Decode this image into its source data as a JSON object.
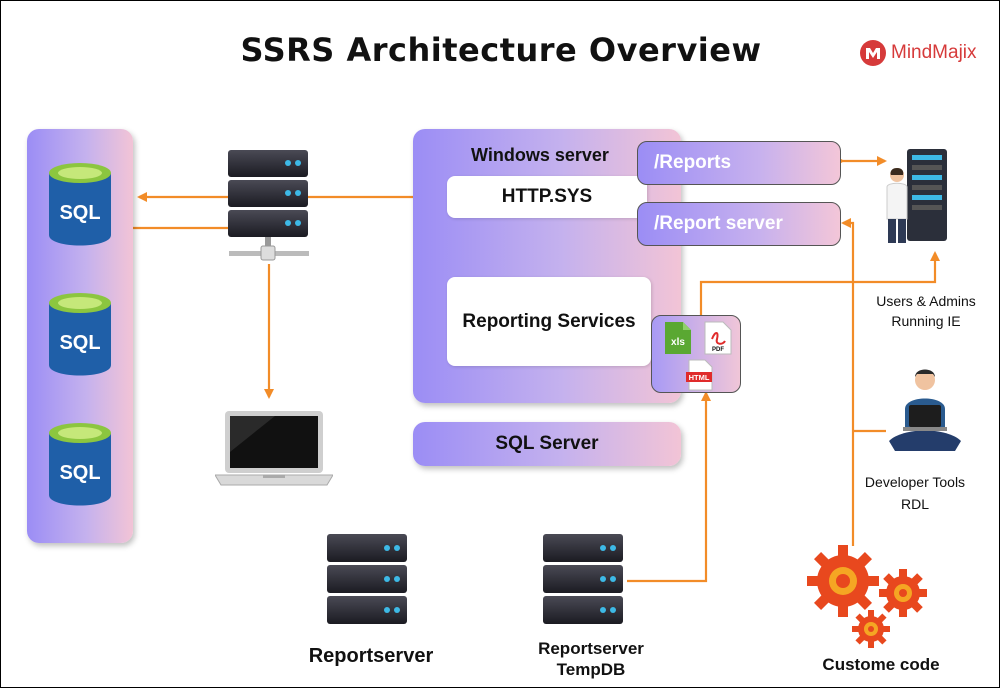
{
  "title": "SSRS Architecture Overview",
  "brand": {
    "name": "MindMajix",
    "icon": "mindmajix-logo-icon"
  },
  "databases": [
    {
      "label": "SQL"
    },
    {
      "label": "SQL"
    },
    {
      "label": "SQL"
    }
  ],
  "windows_server": {
    "title": "Windows server",
    "http": "HTTP.SYS",
    "reporting": "Reporting Services",
    "reports_endpoint": "/Reports",
    "report_server_endpoint": "/Report server"
  },
  "formats": [
    "xls",
    "PDF",
    "HTML"
  ],
  "sql_server": "SQL Server",
  "reportserver": "Reportserver",
  "reportserver_tempdb": {
    "line1": "Reportserver",
    "line2": "TempDB"
  },
  "users": {
    "line1": "Users & Admins",
    "line2": "Running IE"
  },
  "developer": {
    "line1": "Developer Tools",
    "line2": "RDL"
  },
  "custom_code": "Custome code",
  "colors": {
    "arrow": "#f28c28",
    "panel_start": "#9b8df5",
    "panel_end": "#f2c4d6",
    "sql_blue": "#1f5fa8",
    "sql_green": "#8cc63f",
    "gear": "#e8481e"
  }
}
